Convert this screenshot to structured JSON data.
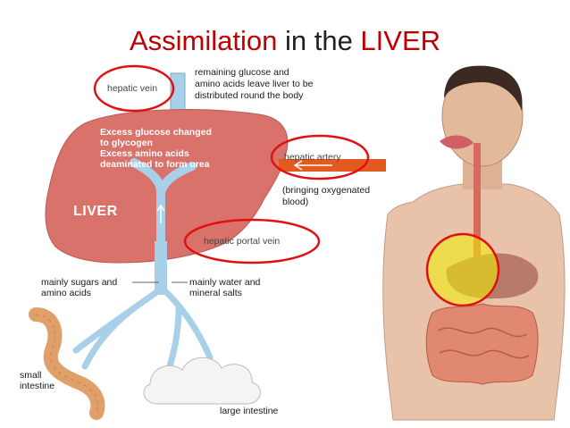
{
  "title": {
    "part1": "Assimilation",
    "part2": " in the ",
    "part3": "LIVER"
  },
  "labels": {
    "hepatic_vein": "hepatic vein",
    "remaining": [
      "remaining glucose and",
      "amino acids leave liver to be",
      "distributed round the body"
    ],
    "excess": [
      "Excess glucose changed",
      "to glycogen",
      "Excess amino acids",
      "deaminated to form urea"
    ],
    "hepatic_artery": "hepatic artery",
    "bringing": [
      "(bringing oxygenated",
      "blood)"
    ],
    "liver": "LIVER",
    "hepatic_portal_vein": "hepatic portal vein",
    "sugars": [
      "mainly sugars and",
      "amino acids"
    ],
    "water": [
      "mainly water and",
      "mineral salts"
    ],
    "small_intestine": [
      "small",
      "intestine"
    ],
    "large_intestine": "large intestine"
  },
  "colors": {
    "title_red": "#c00000",
    "liver": "#d9726a",
    "vessel": "#a8d0e8",
    "artery": "#e35a1f",
    "oval": "#e01010",
    "highlight": "#f0f000"
  }
}
